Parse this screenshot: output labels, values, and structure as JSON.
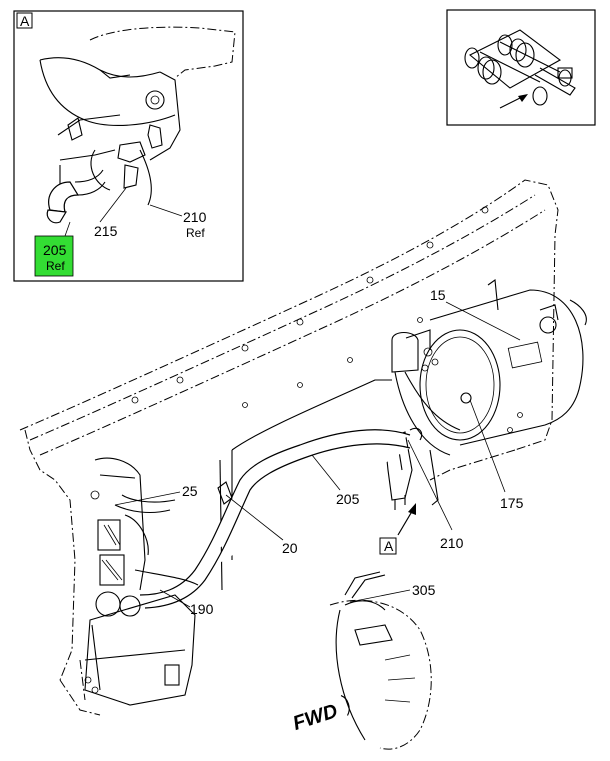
{
  "detail_view": {
    "label": "A",
    "callouts": {
      "c215": "215",
      "c210": "210",
      "c210_ref": "Ref",
      "c205": "205",
      "c205_ref": "Ref"
    },
    "highlight_color": "#33dd33"
  },
  "main_view": {
    "callouts": {
      "c15": "15",
      "c175": "175",
      "c210": "210",
      "c205": "205",
      "c25": "25",
      "c20": "20",
      "c190": "190",
      "c305": "305"
    },
    "view_label": "A",
    "fwd_label": "FWD"
  },
  "locator_icon": "truck-chassis-icon"
}
